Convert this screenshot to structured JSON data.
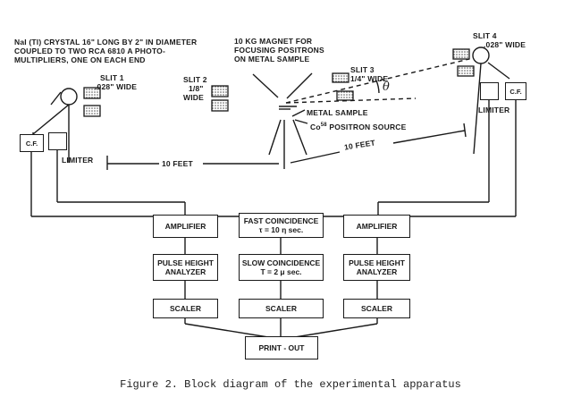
{
  "crystal_note": [
    "NaI (Tl) CRYSTAL 16\" LONG BY 2\" IN DIAMETER",
    "COUPLED TO TWO RCA 6810 A PHOTO-",
    "MULTIPLIERS, ONE ON EACH END"
  ],
  "magnet_note": [
    "10 KG MAGNET FOR",
    "FOCUSING POSITRONS",
    "ON METAL SAMPLE"
  ],
  "slit1": [
    "SLIT 1",
    ".028\" WIDE"
  ],
  "slit2": [
    "SLIT 2",
    "1/8\"",
    "WIDE"
  ],
  "slit3": [
    "SLIT 3",
    "1/4\" WIDE"
  ],
  "slit4": [
    "SLIT 4",
    ".028\" WIDE"
  ],
  "theta": "θ",
  "metal_sample": "METAL SAMPLE",
  "source": {
    "prefix": "Co",
    "sup": "58",
    "suffix": " POSITRON SOURCE"
  },
  "ten_feet_left": "10 FEET",
  "ten_feet_right": "10 FEET",
  "cf_left": "C.F.",
  "cf_right": "C.F.",
  "limiter_left": "LIMITER",
  "limiter_right": "LIMITER",
  "amp_left": "AMPLIFIER",
  "amp_right": "AMPLIFIER",
  "fast_coinc": [
    "FAST COINCIDENCE",
    "τ = 10 η sec."
  ],
  "slow_coinc": [
    "SLOW COINCIDENCE",
    "T = 2 μ sec."
  ],
  "pha_left": [
    "PULSE HEIGHT",
    "ANALYZER"
  ],
  "pha_right": [
    "PULSE HEIGHT",
    "ANALYZER"
  ],
  "scaler_left": "SCALER",
  "scaler_mid": "SCALER",
  "scaler_right": "SCALER",
  "printout": "PRINT - OUT",
  "caption": "Figure 2.  Block diagram of the experimental apparatus"
}
